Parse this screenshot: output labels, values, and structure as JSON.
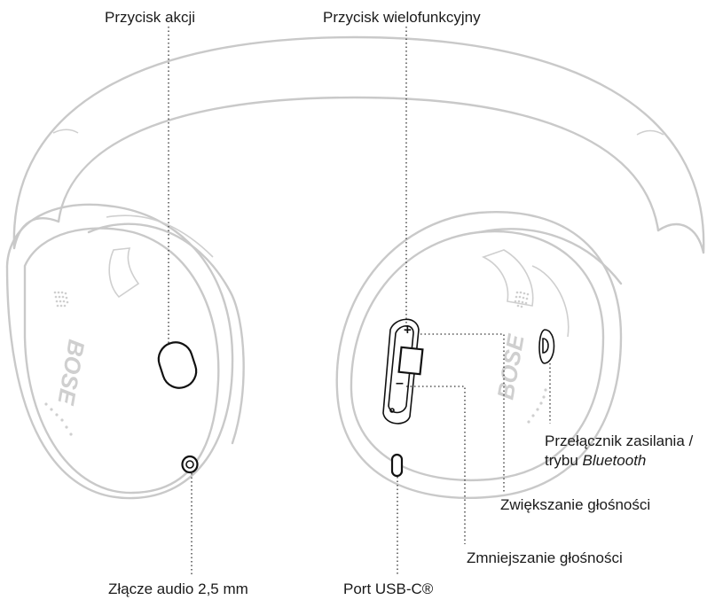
{
  "labels": {
    "action_button": "Przycisk akcji",
    "multifunction_button": "Przycisk wielofunkcyjny",
    "power_switch_line1": "Przełącznik zasilania /",
    "power_switch_line2_prefix": "trybu ",
    "power_switch_line2_italic": "Bluetooth",
    "volume_up": "Zwiększanie głośności",
    "volume_down": "Zmniejszanie głośności",
    "audio_jack": "Złącze audio 2,5 mm",
    "usb_port": "Port USB-C®"
  },
  "logo_text": "BOSE",
  "colors": {
    "outline": "#c9c9c9",
    "control": "#111111",
    "text": "#1a1a1a"
  }
}
